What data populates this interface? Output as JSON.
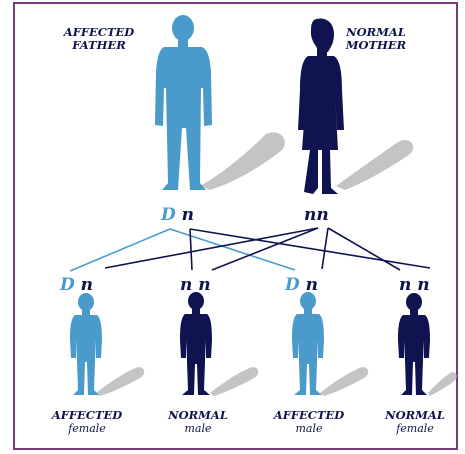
{
  "colors": {
    "affected": "#4a9bcc",
    "normal": "#0f1350",
    "shadow": "#c4c4c4",
    "border": "#7a3a7a"
  },
  "parents": [
    {
      "id": "father",
      "label_line1": "AFFECTED",
      "label_line2": "FATHER",
      "genotype": [
        "D",
        "n"
      ],
      "status": "affected",
      "icon": "man-silhouette-icon"
    },
    {
      "id": "mother",
      "label_line1": "NORMAL",
      "label_line2": "MOTHER",
      "genotype": [
        "n",
        "n"
      ],
      "status": "normal",
      "icon": "woman-silhouette-icon"
    }
  ],
  "children": [
    {
      "id": "child1",
      "genotype": [
        "D",
        "n"
      ],
      "status": "affected",
      "label_line1": "AFFECTED",
      "label_line2": "female",
      "icon": "girl-silhouette-icon"
    },
    {
      "id": "child2",
      "genotype": [
        "n",
        "n"
      ],
      "status": "normal",
      "label_line1": "NORMAL",
      "label_line2": "male",
      "icon": "boy-silhouette-icon"
    },
    {
      "id": "child3",
      "genotype": [
        "D",
        "n"
      ],
      "status": "affected",
      "label_line1": "AFFECTED",
      "label_line2": "male",
      "icon": "boy-silhouette-icon"
    },
    {
      "id": "child4",
      "genotype": [
        "n",
        "n"
      ],
      "status": "normal",
      "label_line1": "NORMAL",
      "label_line2": "female",
      "icon": "girl-silhouette-icon"
    }
  ]
}
